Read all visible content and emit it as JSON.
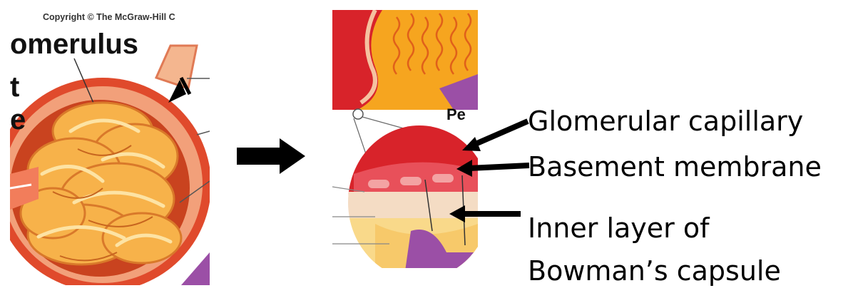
{
  "left_image": {
    "copyright": "Copyright © The McGraw-Hill C",
    "fragments": [
      "omerulus",
      "t",
      "e"
    ]
  },
  "right_image": {
    "fragment": "Pe"
  },
  "labels": [
    "Glomerular capillary",
    "Basement membrane",
    "Inner layer of",
    "Bowman’s capsule"
  ],
  "colors": {
    "capsule_red": "#d8232a",
    "capillary_orange": "#f6a51f",
    "tissue_cream": "#f9dfc0",
    "podocyte_purple": "#9b4fa6",
    "arrow_black": "#000000"
  }
}
